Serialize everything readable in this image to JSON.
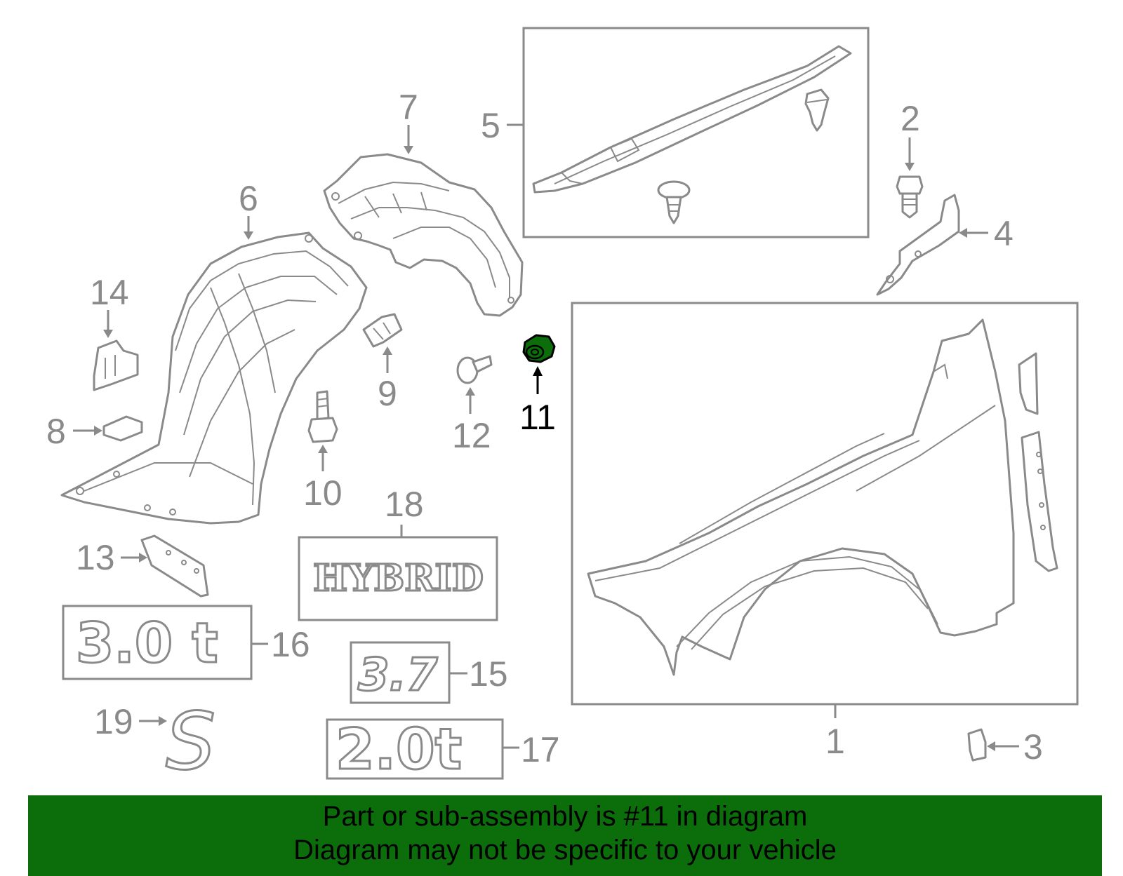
{
  "diagram": {
    "highlighted_part": "11",
    "highlight_color": "#0b6e0b",
    "line_color": "#8a8a8a",
    "callouts": {
      "p1": "1",
      "p2": "2",
      "p3": "3",
      "p4": "4",
      "p5": "5",
      "p6": "6",
      "p7": "7",
      "p8": "8",
      "p9": "9",
      "p10": "10",
      "p11": "11",
      "p12": "12",
      "p13": "13",
      "p14": "14",
      "p15": "15",
      "p16": "16",
      "p17": "17",
      "p18": "18",
      "p19": "19"
    },
    "emblems": {
      "hybrid": "HYBRID",
      "e30t": "3.0 t",
      "e37": "3.7",
      "e20t": "2.0t",
      "s": "S"
    }
  },
  "banner": {
    "line1": "Part or sub-assembly is #11 in diagram",
    "line2": "Diagram may not be specific to your vehicle",
    "background": "#0b6e0b"
  }
}
